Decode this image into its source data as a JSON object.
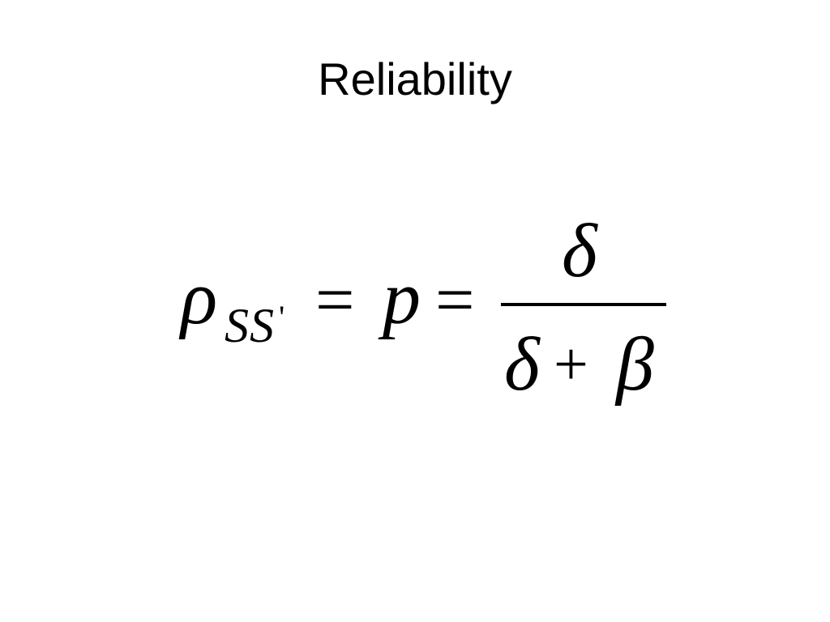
{
  "slide": {
    "title": "Reliability"
  },
  "formula": {
    "lhs_symbol": "ρ",
    "lhs_subscript": "SS",
    "lhs_prime": "'",
    "equals_1": "=",
    "middle_symbol": "p",
    "equals_2": "=",
    "numerator": "δ",
    "denominator_term_1": "δ",
    "denominator_operator": "+",
    "denominator_term_2": "β"
  }
}
